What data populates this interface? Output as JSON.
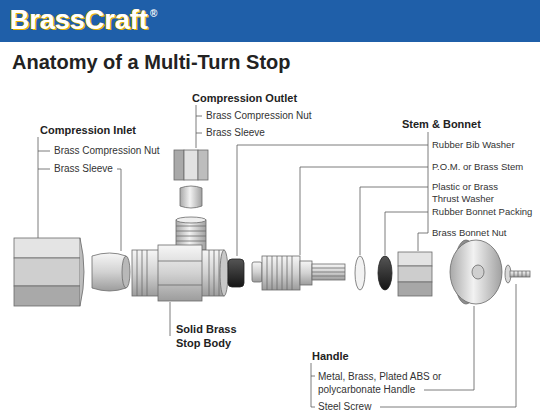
{
  "diagram": {
    "title": "Anatomy of a Multi-Turn Stop",
    "labels": [
      "BrassCraft",
      "®",
      "Compression Outlet",
      "Brass Compression Nut",
      "Brass Sleeve",
      "Compression Inlet",
      "Brass Compression Nut",
      "Brass Sleeve",
      "Stem & Bonnet",
      "Rubber Bib Washer",
      "P.O.M. or Brass Stem",
      "Plastic or Brass Thrust Washer",
      "Rubber Bonnet Packing",
      "Brass Bonnet Nut",
      "Solid Brass Stop Body",
      "Handle",
      "Metal, Brass, Plated ABS or polycarbonate Handle",
      "Steel Screw"
    ]
  }
}
